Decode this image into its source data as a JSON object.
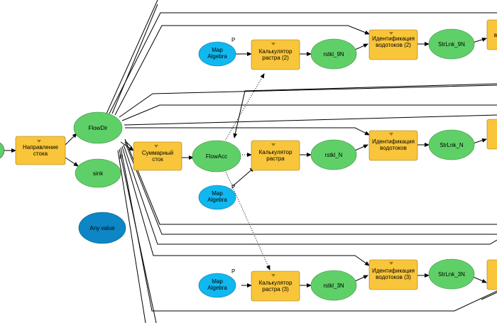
{
  "colors": {
    "data_green": "#5fd068",
    "tool_yellow": "#f9c53a",
    "input_blue": "#10b8f0",
    "anyvalue_blue": "#0c86c5",
    "connector": "#000000"
  },
  "param_marker": "P",
  "nodes": {
    "napravlenie_stoka": "Направление стока",
    "flowdir": "FlowDir",
    "sink": "sink",
    "any_value": "Any value",
    "summarny_stok": "Суммарный сток",
    "flowacc": "FlowAcc",
    "map_algebra_top": "Map Algebra",
    "map_algebra_mid": "Map Algebra",
    "map_algebra_bot": "Map Algebra",
    "kalk_top": "Калькулятор растра (2)",
    "kalk_mid": "Калькулятор растра",
    "kalk_bot": "Калькулятор растра (3)",
    "rstkl_9n": "rstkl_9N",
    "rstkl_n": "rstkl_N",
    "rstkl_3n": "rstkl_3N",
    "ident_top": "Идентификация водотоков (2)",
    "ident_mid": "Идентификация водотоков",
    "ident_bot": "Идентификация водотоков (3)",
    "strlnk_9n": "StrLnk_9N",
    "strlnk_n": "StrLnk_N",
    "strlnk_3n": "StrLnk_3N",
    "right_top_partial": "в"
  }
}
